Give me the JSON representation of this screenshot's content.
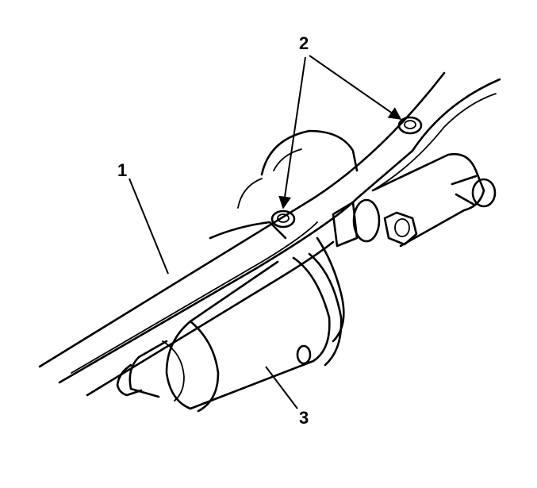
{
  "callouts": {
    "one": "1",
    "two": "2",
    "three": "3"
  },
  "colors": {
    "ink": "#000000",
    "background": "#ffffff"
  }
}
